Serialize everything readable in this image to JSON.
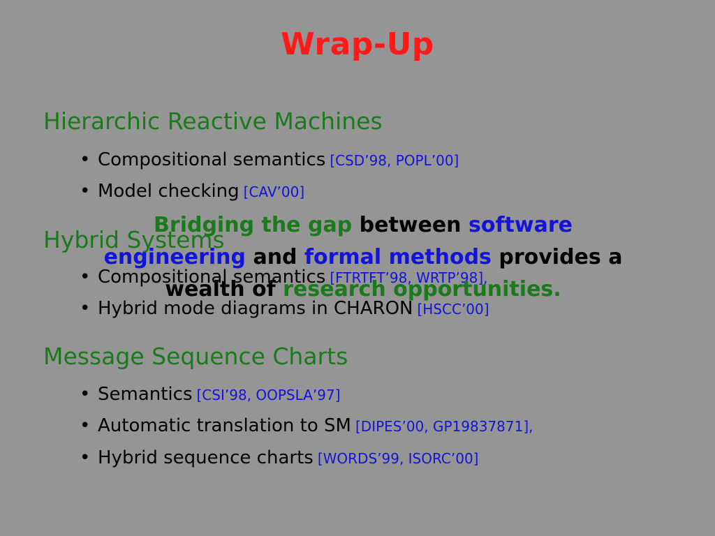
{
  "slide": {
    "title": "Wrap-Up",
    "sections": [
      {
        "heading": "Hierarchic Reactive Machines",
        "bullets": [
          {
            "text": "Compositional semantics",
            "ref": "[CSD’98, POPL’00]"
          },
          {
            "text": "Model checking",
            "ref": "[CAV’00]"
          }
        ]
      },
      {
        "heading": "Hybrid Systems",
        "bullets": [
          {
            "text": "Compositional semantics",
            "ref": "[FTRTFT’98, WRTP’98],"
          },
          {
            "text": "Hybrid mode diagrams in CHARON",
            "ref": "[HSCC’00]"
          }
        ]
      },
      {
        "heading": "Message Sequence Charts",
        "bullets": [
          {
            "text": "Semantics",
            "ref": "[CSI’98, OOPSLA’97]"
          },
          {
            "text": "Automatic translation to SM",
            "ref": "[DIPES’00, GP19837871],"
          },
          {
            "text": "Hybrid sequence charts",
            "ref": "[WORDS’99, ISORC’00]"
          }
        ]
      }
    ],
    "overlay": {
      "p1": "Bridging the gap",
      "p2": " between ",
      "p3": "software",
      "p4": "engineering",
      "p5": " and ",
      "p6": "formal methods",
      "p7": " provides a",
      "p8": "wealth of ",
      "p9": "research opportunities."
    }
  },
  "colors": {
    "background": "#959595",
    "title": "#ff1a1a",
    "heading": "#1b7a1b",
    "reference": "#1414d8"
  }
}
